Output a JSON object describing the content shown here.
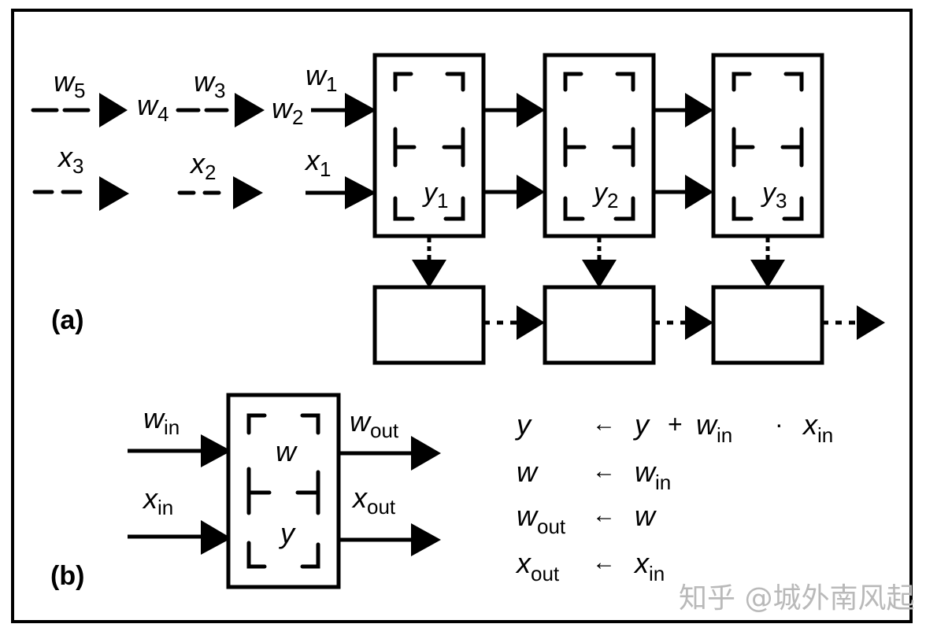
{
  "panel_a": {
    "label": "(a)",
    "weight_inputs": [
      {
        "base": "w",
        "sub": "5"
      },
      {
        "base": "w",
        "sub": "4"
      },
      {
        "base": "w",
        "sub": "3"
      },
      {
        "base": "w",
        "sub": "2"
      },
      {
        "base": "w",
        "sub": "1"
      }
    ],
    "x_inputs": [
      {
        "base": "x",
        "sub": "3"
      },
      {
        "base": "x",
        "sub": "2"
      },
      {
        "base": "x",
        "sub": "1"
      }
    ],
    "cells": [
      {
        "base": "y",
        "sub": "1"
      },
      {
        "base": "y",
        "sub": "2"
      },
      {
        "base": "y",
        "sub": "3"
      }
    ]
  },
  "panel_b": {
    "label": "(b)",
    "inputs": {
      "w": {
        "base": "w",
        "sub": "in"
      },
      "x": {
        "base": "x",
        "sub": "in"
      }
    },
    "outputs": {
      "w": {
        "base": "w",
        "sub": "out"
      },
      "x": {
        "base": "x",
        "sub": "out"
      }
    },
    "cell_registers": [
      "w",
      "y"
    ]
  },
  "equations": [
    {
      "lhs": {
        "base": "y",
        "sub": ""
      },
      "arrow": "←",
      "rhs": [
        {
          "base": "y",
          "sub": ""
        },
        {
          "op": "+"
        },
        {
          "base": "w",
          "sub": "in"
        },
        {
          "op": "·"
        },
        {
          "base": "x",
          "sub": "in"
        }
      ]
    },
    {
      "lhs": {
        "base": "w",
        "sub": ""
      },
      "arrow": "←",
      "rhs": [
        {
          "base": "w",
          "sub": "in"
        }
      ]
    },
    {
      "lhs": {
        "base": "w",
        "sub": "out"
      },
      "arrow": "←",
      "rhs": [
        {
          "base": "w",
          "sub": ""
        }
      ]
    },
    {
      "lhs": {
        "base": "x",
        "sub": "out"
      },
      "arrow": "←",
      "rhs": [
        {
          "base": "x",
          "sub": "in"
        }
      ]
    }
  ],
  "watermark": "知乎 @城外南风起"
}
